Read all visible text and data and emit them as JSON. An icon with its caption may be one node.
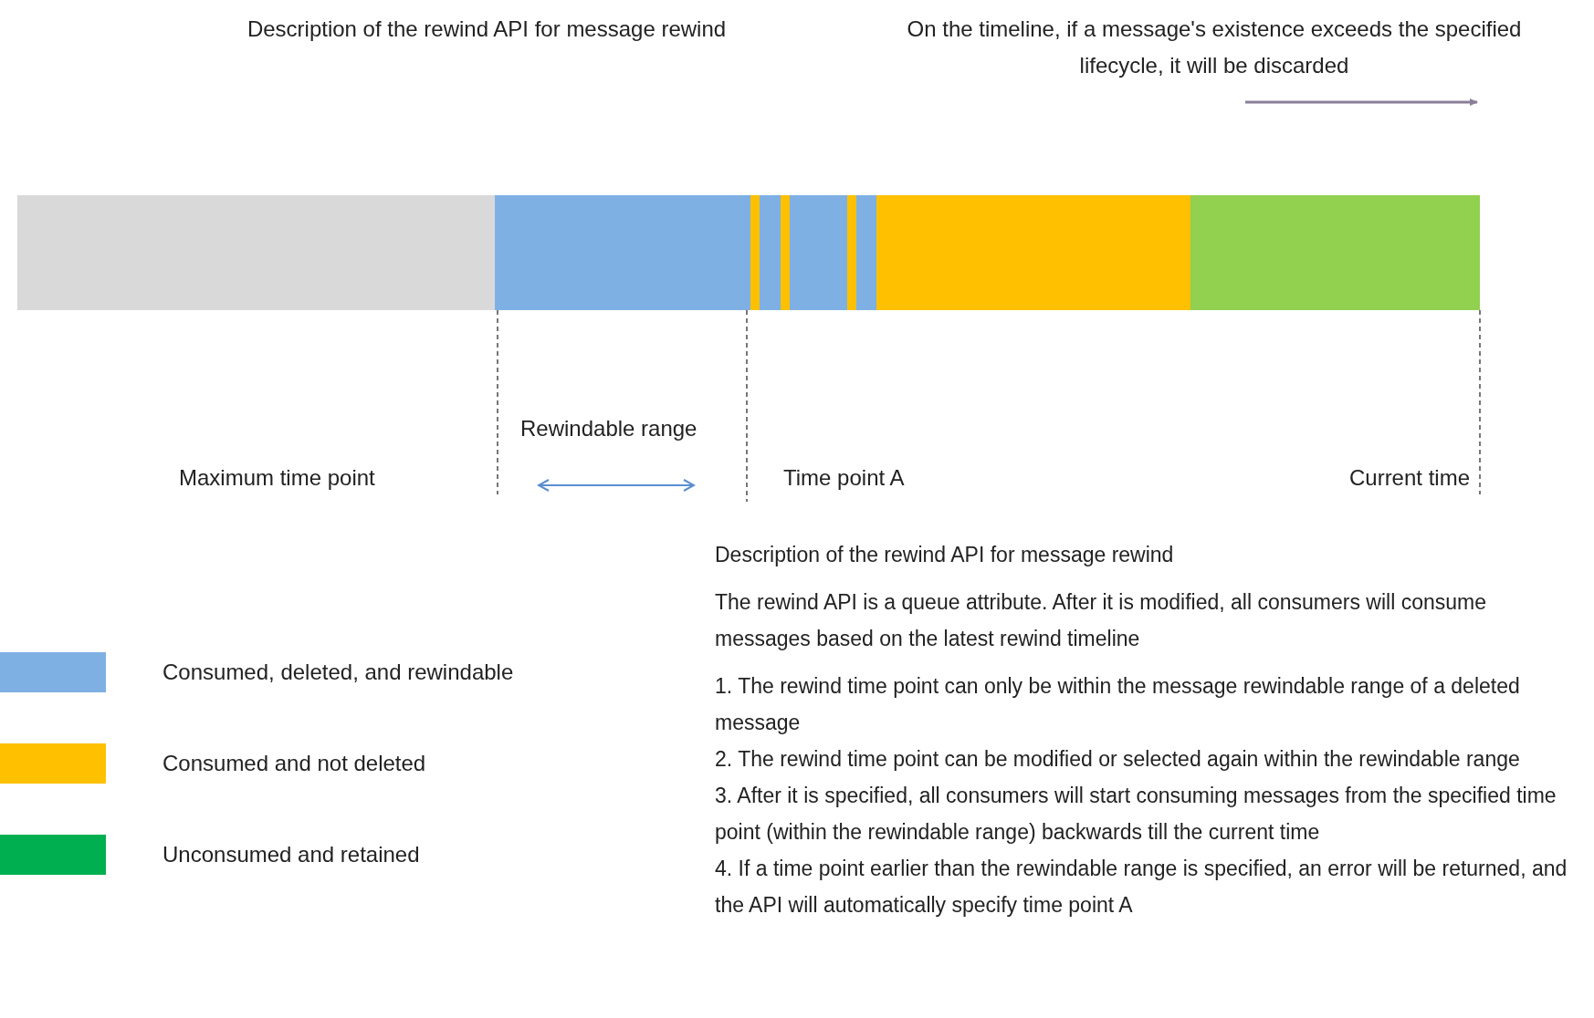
{
  "diagram": {
    "nodes": [
      {
        "text": [],
        "shape": "bar"
      },
      {
        "text": [],
        "shape": "bar"
      },
      {
        "text": [],
        "shape": "bar"
      },
      {
        "text": [],
        "shape": "bar"
      },
      {
        "text": [],
        "shape": "bar"
      },
      {
        "text": [],
        "shape": "bar"
      },
      {
        "text": [],
        "shape": "bar"
      },
      {
        "text": [],
        "shape": "bar"
      },
      {
        "text": [],
        "shape": "bar"
      },
      {
        "text": [],
        "shape": "bar"
      }
    ],
    "labels": [
      "Description of the rewind API for message rewind",
      "On the timeline, if a message's existence exceeds the specified lifecycle, it will be discarded",
      "Rewindable range",
      "Maximum time point",
      "Time point A",
      "Current time",
      "Description of the rewind API for message rewind",
      "The rewind API is a queue attribute. After it is modified, all consumers will consume messages based on the latest rewind timeline",
      "1. The rewind time point can only be within the message rewindable range of a deleted message",
      "2. The rewind time point can be modified or selected again within the rewindable range",
      "3. After it is specified, all consumers will start consuming messages from the specified time point (within the rewindable range) backwards till the current time",
      "4. If a time point earlier than the rewindable range is specified, an error will be returned, and the API will automatically specify time point A"
    ],
    "legend": [
      {
        "text": "Consumed, deleted, and rewindable",
        "color": "#7eb0e4"
      },
      {
        "text": "Consumed and not deleted",
        "color": "#ffc000"
      },
      {
        "text": "Unconsumed and retained",
        "color": "#00b050"
      }
    ]
  }
}
